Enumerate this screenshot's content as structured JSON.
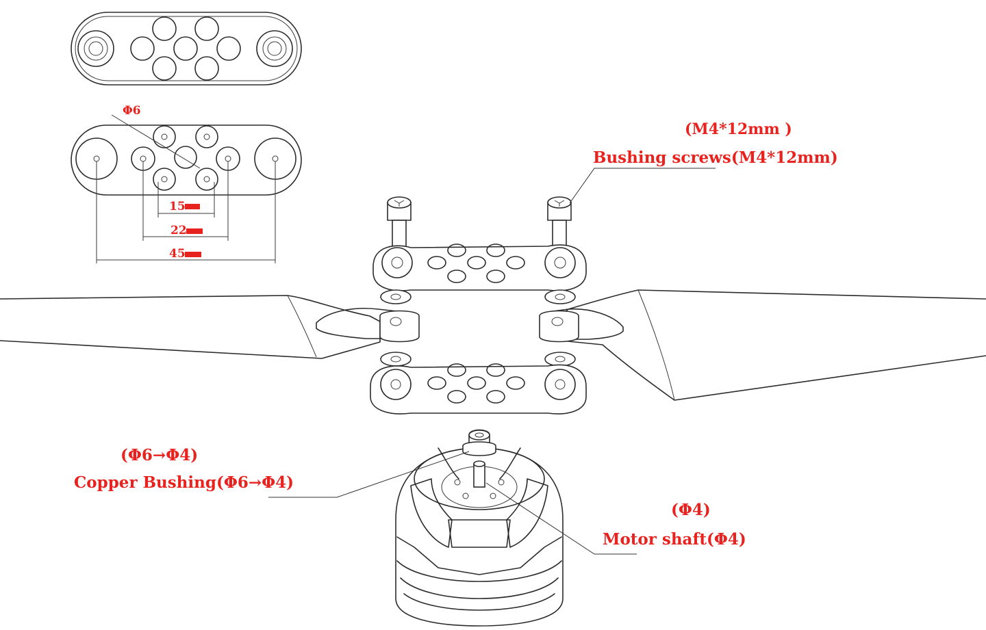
{
  "labels": {
    "phi6": "Φ6",
    "dim15": "15",
    "dim22": "22",
    "dim45": "45",
    "screw_small": "(M4*12mm )",
    "screw_main": "Bushing screws(M4*12mm)",
    "bushing_small": "(Φ6→Φ4)",
    "bushing_main": "Copper Bushing(Φ6→Φ4)",
    "shaft_small": "(Φ4)",
    "shaft_main": "Motor shaft(Φ4)"
  },
  "colors": {
    "annotation": "#e8231f",
    "line": "#2b2b2b"
  }
}
